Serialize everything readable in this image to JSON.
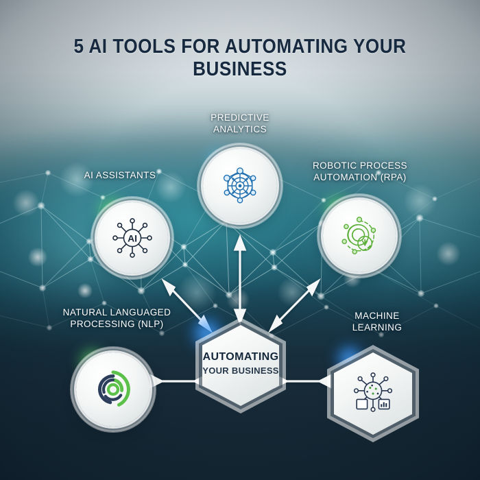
{
  "page": {
    "title": "5 AI TOOLS FOR AUTOMATING YOUR BUSINESS",
    "background_theme": "dark teal network mesh with bokeh",
    "colors": {
      "title_text": "#16293f",
      "label_text": "#ffffff",
      "accent_green": "#5cc14a",
      "accent_blue": "#1f6fb0",
      "accent_navy": "#24344f",
      "node_fill": "#f2f5f5",
      "arrow": "#ffffff"
    }
  },
  "center": {
    "name": "automating-your-business",
    "line1": "AUTOMATING",
    "line2": "YOUR BUSINESS",
    "shape": "hexagon",
    "glow_color": "#2b8cff"
  },
  "nodes": [
    {
      "id": "ai-assistants",
      "label": "AI ASSISTANTS",
      "shape": "circle",
      "icon": "ai-network-icon",
      "icon_color": "#1b2a3c",
      "glow_color": "#6ee36a",
      "position": "upper-left"
    },
    {
      "id": "predictive-analytics",
      "label": "PREDICTIVE\nANALYTICS",
      "shape": "circle",
      "icon": "data-network-icon",
      "icon_color": "#1f6fb0",
      "glow_color": "#7fd4ff",
      "position": "top-center"
    },
    {
      "id": "robotic-process-automation",
      "label": "ROBOTIC PROCESS\nAUTOMATION (RPA)",
      "shape": "circle",
      "icon": "robotic-gear-icon",
      "icon_color": "#5cb03a",
      "glow_color": "#8ef06a",
      "position": "upper-right"
    },
    {
      "id": "natural-language-processing",
      "label": "NATURAL LANGUAGED\nPROCESSING (NLP)",
      "shape": "circle",
      "icon": "concentric-arcs-icon",
      "icon_color": "#2c3e5c",
      "glow_color": "#7ede4a",
      "position": "lower-left"
    },
    {
      "id": "machine-learning",
      "label": "MACHINE\nLEARNING",
      "shape": "hexagon",
      "icon": "ml-network-icon",
      "icon_color": "#24344f",
      "glow_color": "#2b8cff",
      "position": "lower-right"
    }
  ],
  "connectors": [
    {
      "from": "center",
      "to": "ai-assistants",
      "style": "double-arrow"
    },
    {
      "from": "center",
      "to": "predictive-analytics",
      "style": "double-arrow"
    },
    {
      "from": "center",
      "to": "robotic-process-automation",
      "style": "double-arrow"
    },
    {
      "from": "center",
      "to": "natural-language-processing",
      "style": "double-arrow"
    },
    {
      "from": "center",
      "to": "machine-learning",
      "style": "double-arrow"
    }
  ]
}
